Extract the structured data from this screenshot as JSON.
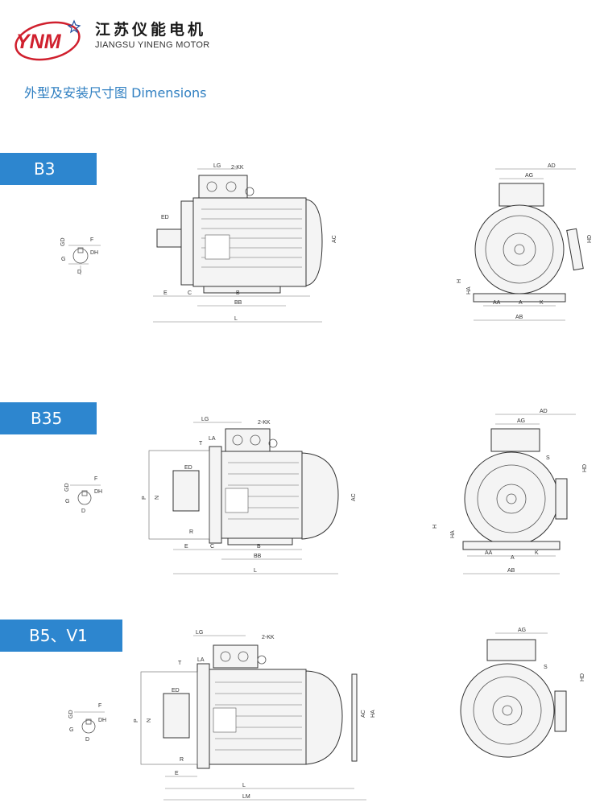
{
  "header": {
    "logo_text": "YNM",
    "brand_cn": "江苏仪能电机",
    "brand_en": "JIANGSU YINENG MOTOR",
    "section_title": "外型及安装尺寸图 Dimensions"
  },
  "colors": {
    "accent": "#2d86cf",
    "title": "#2f7fc1",
    "logo_red": "#d0202e",
    "logo_blue": "#1f4fa0"
  },
  "sections": [
    {
      "id": "b3",
      "label": "B3",
      "shaft_labels": [
        "F",
        "GD",
        "DH",
        "G",
        "D"
      ],
      "side_labels": [
        "LG",
        "2-KK",
        "ED",
        "AC",
        "E",
        "C",
        "B",
        "BB",
        "L"
      ],
      "end_labels": [
        "AD",
        "AG",
        "HD",
        "H",
        "HA",
        "AA",
        "A",
        "K",
        "AB"
      ]
    },
    {
      "id": "b35",
      "label": "B35",
      "shaft_labels": [
        "F",
        "GD",
        "DH",
        "G",
        "D"
      ],
      "side_labels": [
        "LG",
        "2-KK",
        "LA",
        "T",
        "ED",
        "P",
        "N",
        "AC",
        "R",
        "E",
        "C",
        "B",
        "BB",
        "L"
      ],
      "end_labels": [
        "AD",
        "AG",
        "HD",
        "S",
        "H",
        "HA",
        "AA",
        "A",
        "K",
        "AB"
      ]
    },
    {
      "id": "b5",
      "label": "B5、V1",
      "shaft_labels": [
        "F",
        "GD",
        "DH",
        "G",
        "D"
      ],
      "side_labels": [
        "LG",
        "2-KK",
        "T",
        "LA",
        "ED",
        "P",
        "N",
        "AC",
        "HA",
        "R",
        "E",
        "L",
        "LM"
      ],
      "end_labels": [
        "AG",
        "S",
        "HD"
      ]
    }
  ]
}
